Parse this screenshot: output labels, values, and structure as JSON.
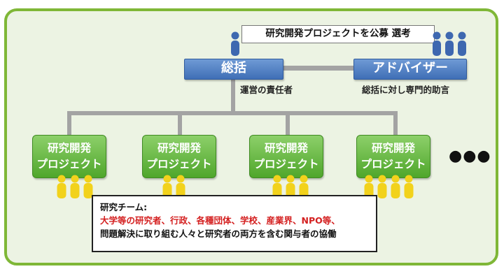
{
  "top_note": "研究開発プロジェクトを公募 選考",
  "supervisor": {
    "label": "総括",
    "role": "運営の責任者"
  },
  "advisor": {
    "label": "アドバイザー",
    "role": "総括に対し専門的助言"
  },
  "projects": [
    {
      "line1": "研究開発",
      "line2": "プロジェクト",
      "members": 3
    },
    {
      "line1": "研究開発",
      "line2": "プロジェクト",
      "members": 2
    },
    {
      "line1": "研究開発",
      "line2": "プロジェクト",
      "members": 3
    },
    {
      "line1": "研究開発",
      "line2": "プロジェクト",
      "members": 4
    }
  ],
  "more": "●●●",
  "team": {
    "title": "研究チーム:",
    "line_red": "大学等の研究者、行政、各種団体、学校、産業界、NPO等、",
    "line_black": "問題解決に取り組む人々と研究者の両方を含む関与者の協働"
  },
  "colors": {
    "frame": "#7fb737",
    "background": "#ecf3e3",
    "blue_box": "#4a7cc0",
    "green_box": "#5cb334",
    "person_blue": "#3e68b0",
    "person_yellow": "#f2d21c",
    "red_text": "#d42020"
  }
}
